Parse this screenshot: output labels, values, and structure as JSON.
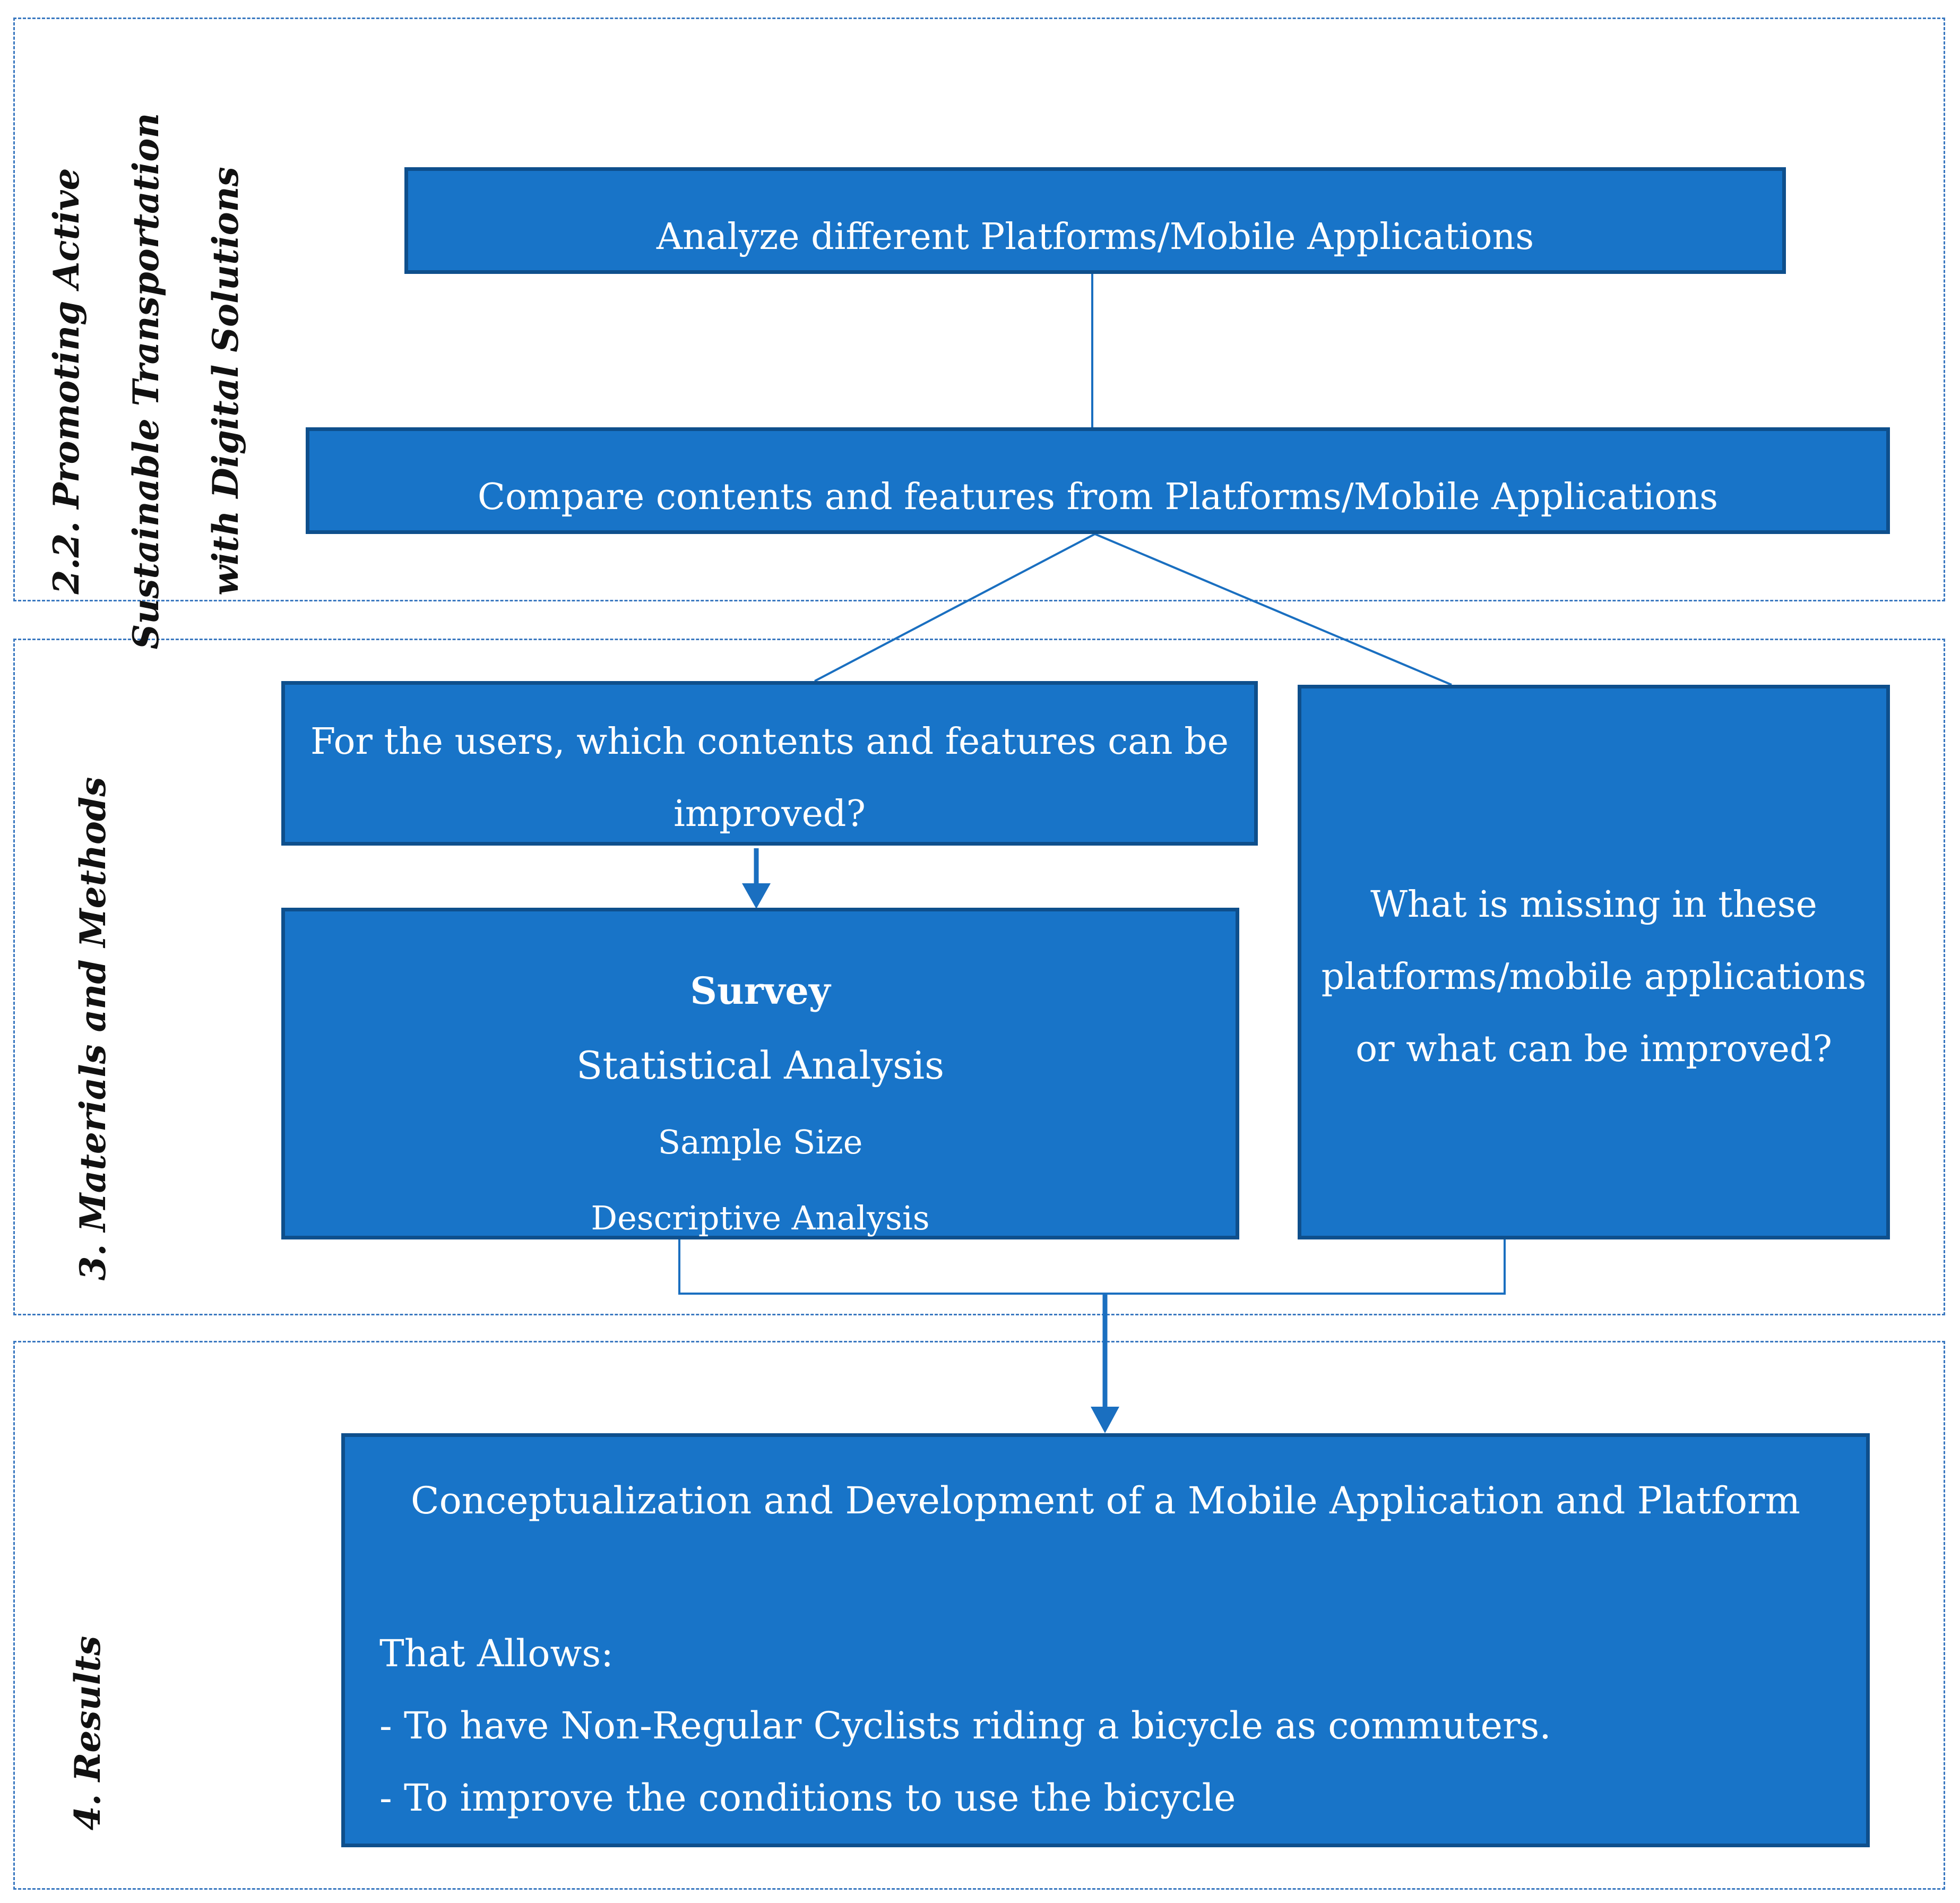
{
  "sections": {
    "promoting": {
      "label_lines": [
        "2.2. Promoting Active",
        "Sustainable Transportation",
        "with Digital Solutions"
      ]
    },
    "methods": {
      "label": "3. Materials and Methods"
    },
    "results": {
      "label": "4. Results"
    }
  },
  "boxes": {
    "analyze": "Analyze different Platforms/Mobile Applications",
    "compare": "Compare contents and features from Platforms/Mobile Applications",
    "users_question": "For the users, which contents and features can be improved?",
    "survey": {
      "title": "Survey",
      "items": [
        "Statistical Analysis",
        "Sample Size",
        "Descriptive Analysis"
      ]
    },
    "missing_question": "What is missing in these platforms/mobile applications or what can be improved?",
    "results": {
      "title": "Conceptualization and Development of a Mobile Application and Platform",
      "allows": "That Allows:",
      "items": [
        "- To have Non-Regular Cyclists riding a bicycle as commuters.",
        "- To improve the conditions to use the bicycle"
      ]
    }
  },
  "colors": {
    "box_fill": "#1874c8",
    "box_border": "#0e4f8c",
    "connector": "#1a6fc0",
    "section_border": "#3a78c0"
  }
}
